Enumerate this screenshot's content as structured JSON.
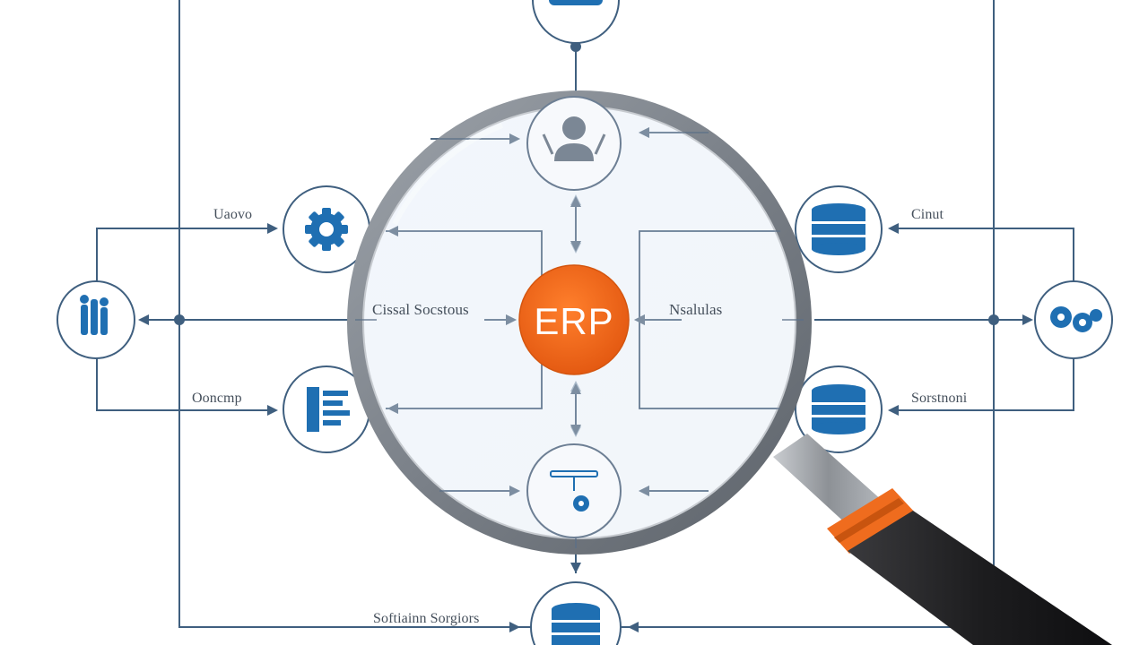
{
  "center": {
    "label": "ERP"
  },
  "labels": {
    "top_left": "Uaovo",
    "mid_left": "Ooncmp",
    "center_left": "Cissal Socstous",
    "center_right": "Nsalulas",
    "top_right": "Cinut",
    "mid_right": "Sorstnoni",
    "bottom": "Softiainn Sorgiors"
  },
  "colors": {
    "line": "#3f5f7f",
    "accent_blue": "#1f6fb2",
    "erp_orange": "#f06a1c",
    "handle_orange": "#ef6c1e",
    "handle_black": "#1b1b1d"
  },
  "icons": {
    "top_left": "gear-icon",
    "far_left": "people-icon",
    "mid_left": "list-icon",
    "top_right": "database-icon",
    "far_right": "gears-icon",
    "mid_right": "database-icon",
    "bottom": "database-icon",
    "top_center": "database-icon",
    "inner_top": "user-icon",
    "inner_bottom": "settings-icon"
  }
}
